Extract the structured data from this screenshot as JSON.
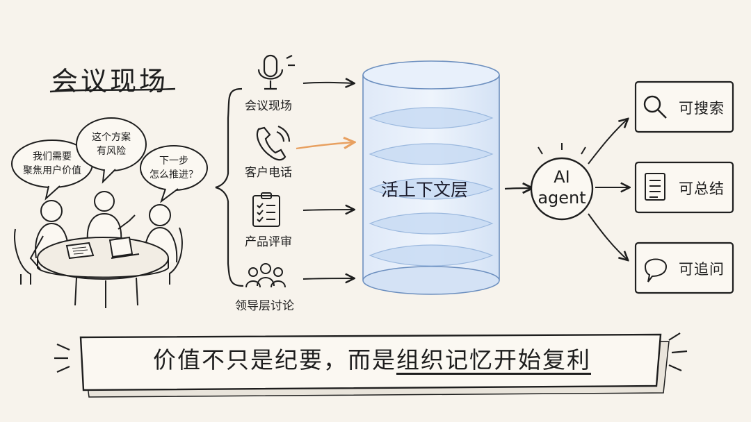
{
  "title": "会议现场",
  "speech_bubbles": [
    {
      "line1": "我们需要",
      "line2": "聚焦用户价值"
    },
    {
      "line1": "这个方案",
      "line2": "有风险"
    },
    {
      "line1": "下一步",
      "line2": "怎么推进？"
    }
  ],
  "sources": [
    {
      "label": "会议现场",
      "icon": "microphone-icon"
    },
    {
      "label": "客户电话",
      "icon": "phone-icon"
    },
    {
      "label": "产品评审",
      "icon": "clipboard-checklist-icon"
    },
    {
      "label": "领导层讨论",
      "icon": "people-group-icon"
    }
  ],
  "center": {
    "label": "活上下文层"
  },
  "ai": {
    "line1": "AI",
    "line2": "agent"
  },
  "outputs": [
    {
      "label": "可搜索",
      "icon": "search-icon"
    },
    {
      "label": "可总结",
      "icon": "document-icon"
    },
    {
      "label": "可追问",
      "icon": "question-icon"
    }
  ],
  "banner": {
    "prefix": "价值不只是纪要，而是",
    "highlight": "组织记忆开始复利"
  },
  "colors": {
    "accent_arrow": "#e8a060",
    "cylinder": "#c9dcf4",
    "cylinder_edge": "#6c8fbf"
  }
}
